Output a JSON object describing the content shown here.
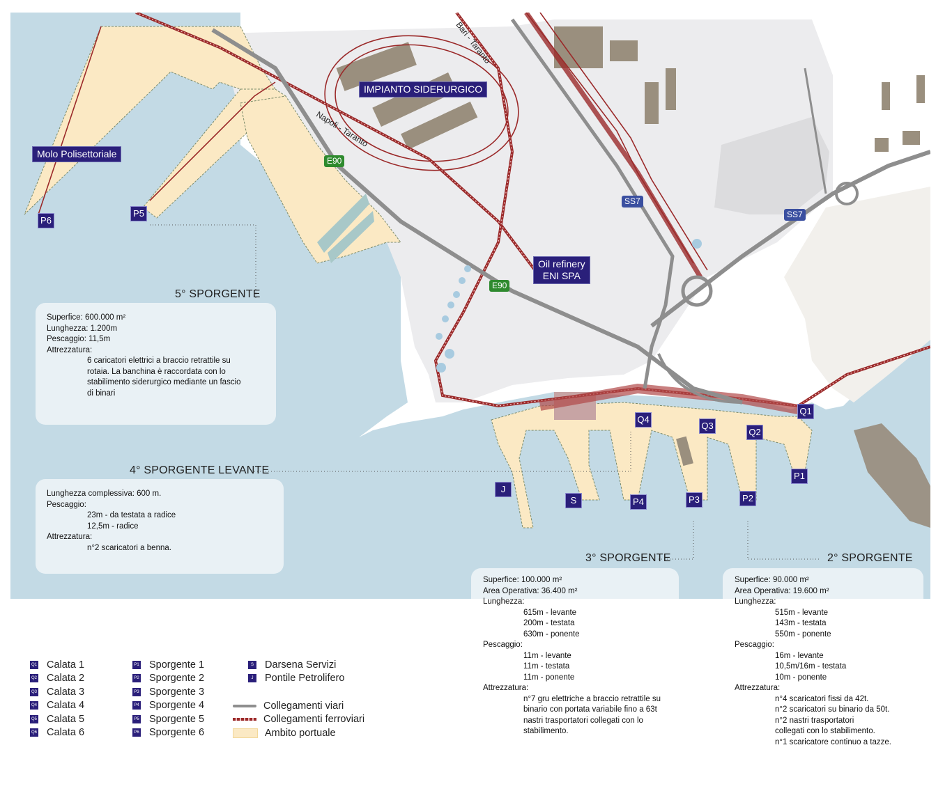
{
  "colors": {
    "sea": "#c3dae5",
    "land_industrial": "#eeeeef",
    "port_area": "#fbe9c4",
    "buildings": "#9a8f7e",
    "rail": "#9b2a2a",
    "road": "#8e8e8e",
    "label_bg": "#2a1f7a",
    "e90_bg": "#2e8a2e",
    "ss7_bg": "#3a4fa0",
    "info_box": "#e9f1f5"
  },
  "map": {
    "area_labels": {
      "impianto": "IMPIANTO SIDERURGICO",
      "molo": "Molo Polisettoriale",
      "refinery_l1": "Oil refinery",
      "refinery_l2": "ENI SPA"
    },
    "rail_labels": {
      "bari": "Bari - Taranto",
      "napoli": "Napoli - Taranto"
    },
    "road_labels": {
      "e90_a": "E90",
      "e90_b": "E90",
      "ss7_a": "SS7",
      "ss7_b": "SS7"
    },
    "markers": {
      "P1": "P1",
      "P2": "P2",
      "P3": "P3",
      "P4": "P4",
      "P5": "P5",
      "P6": "P6",
      "Q1": "Q1",
      "Q2": "Q2",
      "Q3": "Q3",
      "Q4": "Q4",
      "J": "J",
      "S": "S"
    },
    "headings": {
      "s5": "5° SPORGENTE",
      "s4": "4° SPORGENTE LEVANTE",
      "s3": "3° SPORGENTE",
      "s2": "2° SPORGENTE"
    }
  },
  "info": {
    "s5": {
      "l1": "Superfice: 600.000 m²",
      "l2": "Lunghezza: 1.200m",
      "l3": "Pescaggio: 11,5m",
      "l4": "Attrezzatura:",
      "e1": "6 caricatori elettrici a braccio retrattile su",
      "e2": "rotaia. La banchina è raccordata con lo",
      "e3": "stabilimento siderurgico mediante un fascio",
      "e4": "di binari"
    },
    "s4": {
      "l1": "Lunghezza complessiva: 600 m.",
      "l2": "Pescaggio:",
      "p1": "23m - da testata a radice",
      "p2": "12,5m - radice",
      "l3": "Attrezzatura:",
      "e1": "n°2 scaricatori a benna."
    },
    "s3": {
      "l1": "Superfice: 100.000 m²",
      "l2": "Area Operativa: 36.400 m²",
      "l3": "Lunghezza:",
      "len1": "615m - levante",
      "len2": "200m - testata",
      "len3": "630m - ponente",
      "l4": "Pescaggio:",
      "p1": "11m - levante",
      "p2": "11m  - testata",
      "p3": "11m - ponente",
      "l5": "Attrezzatura:",
      "e1": "n°7 gru elettriche a braccio retrattile su",
      "e2": "binario con portata variabile fino a 63t",
      "e3": "nastri trasportatori collegati con lo",
      "e4": "stabilimento."
    },
    "s2": {
      "l1": "Superfice: 90.000 m²",
      "l2": "Area Operativa: 19.600 m²",
      "l3": "Lunghezza:",
      "len1": "515m - levante",
      "len2": "143m - testata",
      "len3": "550m - ponente",
      "l4": "Pescaggio:",
      "p1": "16m - levante",
      "p2": "10,5m/16m - testata",
      "p3": "10m - ponente",
      "l5": "Attrezzatura:",
      "e1": "n°4 scaricatori fissi da 42t.",
      "e2": "n°2 scaricatori su binario da 50t.",
      "e3": "n°2 nastri trasportatori",
      "e4": "collegati con lo stabilimento.",
      "e5": "n°1 scaricatore continuo a tazze."
    }
  },
  "legend": {
    "calate": [
      {
        "code": "Q1",
        "label": "Calata 1"
      },
      {
        "code": "Q2",
        "label": "Calata 2"
      },
      {
        "code": "Q3",
        "label": "Calata 3"
      },
      {
        "code": "Q4",
        "label": "Calata 4"
      },
      {
        "code": "Q5",
        "label": "Calata 5"
      },
      {
        "code": "Q6",
        "label": "Calata 6"
      }
    ],
    "sporgenti": [
      {
        "code": "P1",
        "label": "Sporgente 1"
      },
      {
        "code": "P2",
        "label": "Sporgente 2"
      },
      {
        "code": "P3",
        "label": "Sporgente 3"
      },
      {
        "code": "P4",
        "label": "Sporgente 4"
      },
      {
        "code": "P5",
        "label": "Sporgente 5"
      },
      {
        "code": "P6",
        "label": "Sporgente 6"
      }
    ],
    "other": [
      {
        "code": "S",
        "label": "Darsena Servizi"
      },
      {
        "code": "J",
        "label": "Pontile Petrolifero"
      }
    ],
    "lines": {
      "road": "Collegamenti viari",
      "rail": "Collegamenti ferroviari",
      "port": "Ambito portuale"
    }
  }
}
